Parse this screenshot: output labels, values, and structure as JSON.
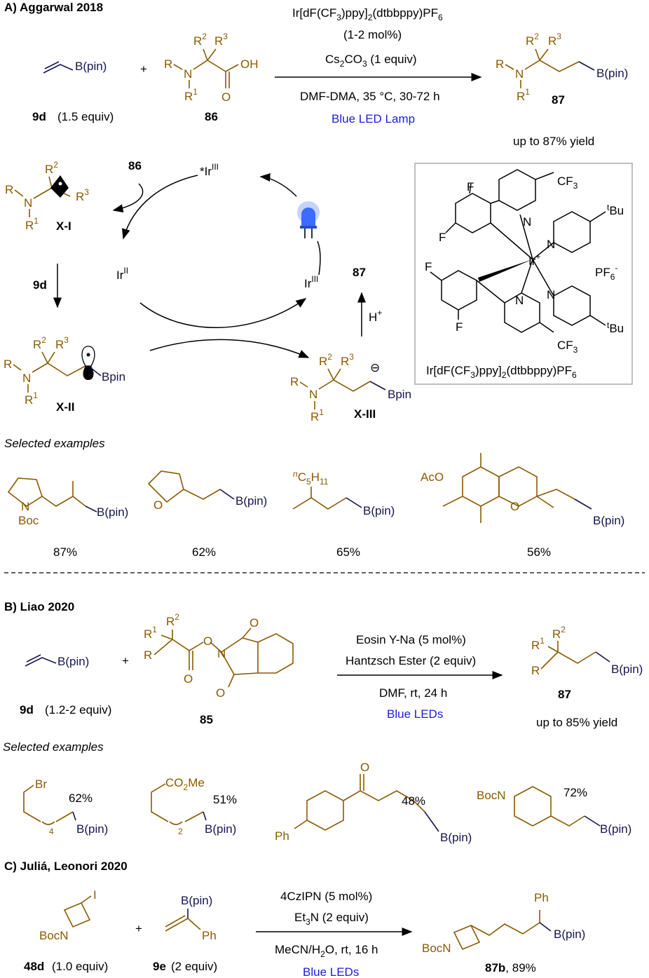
{
  "sectionA": {
    "title": "A) Aggarwal 2018",
    "catalyst_line": "Ir[dF(CF3)ppy]2(dtbbppy)PF6",
    "loading": "(1-2 mol%)",
    "base": "Cs2CO3 (1 equiv)",
    "conditions": "DMF-DMA, 35 °C, 30-72 h",
    "light": "Blue LED Lamp",
    "reagent_label": "9d",
    "reagent_equiv": "(1.5 equiv)",
    "acid_label": "86",
    "product_label": "87",
    "yield": "up to 87% yield",
    "bpin": "B(pin)",
    "plus": "+",
    "cycle": {
      "start": "86",
      "ir_star": "*Ir",
      "ir2": "Ir",
      "ir3": "Ir",
      "xi": "X-I",
      "xii": "X-II",
      "xiii": "X-III",
      "reagent": "9d",
      "product": "87",
      "proton": "H",
      "bpin": "Bpin",
      "charge": "⊖"
    },
    "box_caption": "Ir[dF(CF3)ppy]2(dtbbppy)PF6",
    "examples_title": "Selected examples",
    "examples": [
      {
        "name": "N-Boc pyrrolidine",
        "yield": "87%"
      },
      {
        "name": "tetrahydrofuran",
        "yield": "62%"
      },
      {
        "name": "nC5H11",
        "yield": "65%"
      },
      {
        "name": "chroman",
        "yield": "56%"
      }
    ]
  },
  "sectionB": {
    "title": "B) Liao 2020",
    "cond1": "Eosin Y-Na (5 mol%)",
    "cond2": "Hantzsch Ester (2 equiv)",
    "cond3": "DMF, rt, 24 h",
    "light": "Blue LEDs",
    "reagent_label": "9d",
    "reagent_equiv": "(1.2-2 equiv)",
    "ester_label": "85",
    "product_label": "87",
    "yield": "up to 85% yield",
    "examples_title": "Selected examples",
    "examples": [
      {
        "yield": "62%"
      },
      {
        "yield": "51%"
      },
      {
        "yield": "48%"
      },
      {
        "yield": "72%"
      }
    ]
  },
  "sectionC": {
    "title": "C) Juliá, Leonori 2020",
    "cond1": "4CzIPN (5 mol%)",
    "cond2": "Et3N (2 equiv)",
    "cond3": "MeCN/H2O, rt, 16 h",
    "light": "Blue LEDs",
    "sm_label": "48d",
    "sm_equiv": "(1.0 equiv)",
    "reagent_label": "9e",
    "reagent_equiv": "(2 equiv)",
    "product_label": "87b",
    "product_yield": ", 89%"
  },
  "colors": {
    "product_brown": "#8a5a00",
    "boron_navy": "#15154f",
    "light_blue": "#1c1ce0",
    "led_blue": "#3b6cff"
  }
}
